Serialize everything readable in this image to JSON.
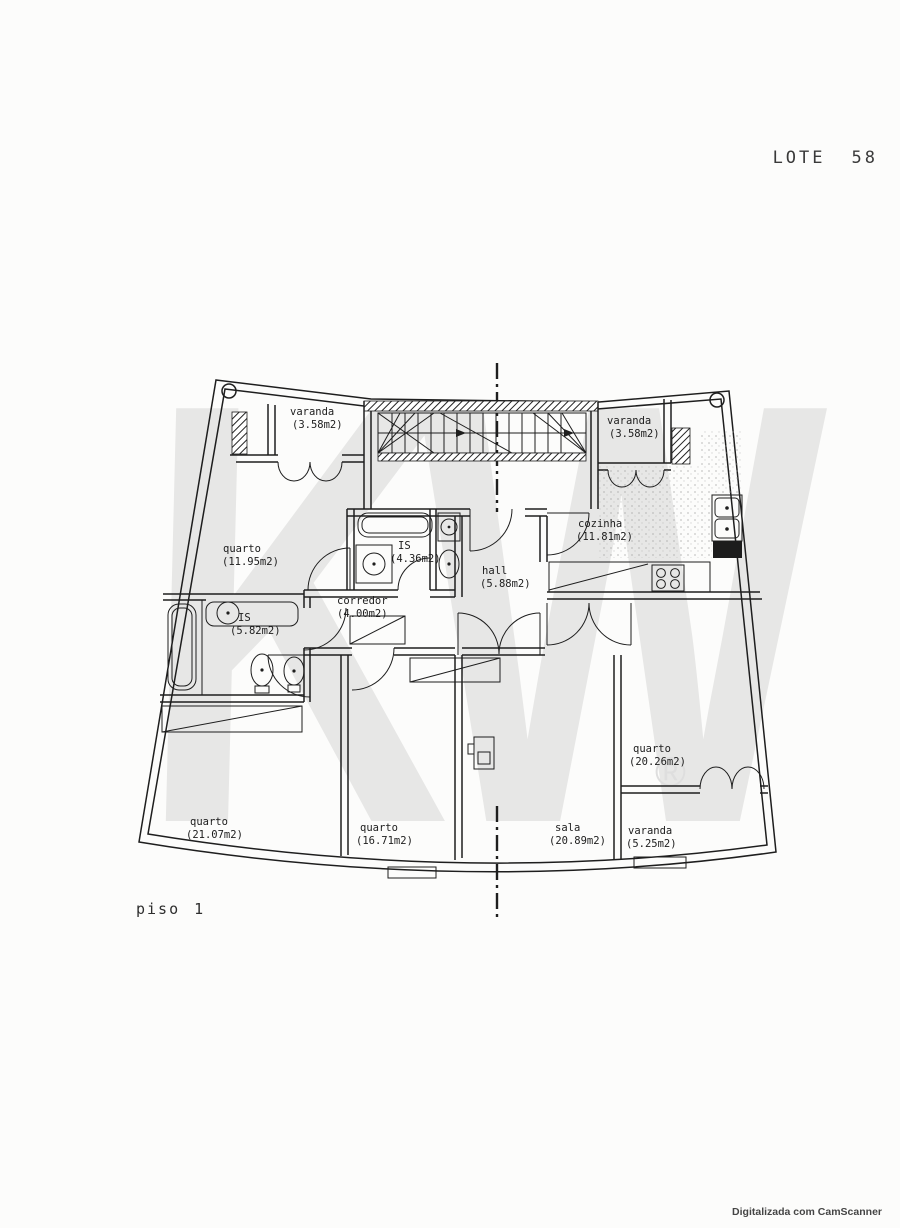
{
  "page": {
    "lote_label": "LOTE",
    "lote_number": "58",
    "floor_label": "piso",
    "floor_number": "1",
    "scanner_credit": "Digitalizada com CamScanner",
    "watermark_text": "KW",
    "watermark_reg": "®"
  },
  "colors": {
    "paper": "#fcfcfb",
    "ink": "#1e1e1e",
    "watermark_gray": "#e7e7e6"
  },
  "rooms": [
    {
      "id": "varanda-top-left",
      "label": "varanda",
      "area": "(3.58m2)"
    },
    {
      "id": "varanda-top-right",
      "label": "varanda",
      "area": "(3.58m2)"
    },
    {
      "id": "quarto-left",
      "label": "quarto",
      "area": "(11.95m2)"
    },
    {
      "id": "is-top",
      "label": "IS",
      "area": "(4.36m2)"
    },
    {
      "id": "hall",
      "label": "hall",
      "area": "(5.88m2)"
    },
    {
      "id": "cozinha",
      "label": "cozinha",
      "area": "(11.81m2)"
    },
    {
      "id": "corredor",
      "label": "corredor",
      "area": "(4.00m2)"
    },
    {
      "id": "is-left",
      "label": "IS",
      "area": "(5.82m2)"
    },
    {
      "id": "quarto-right",
      "label": "quarto",
      "area": "(20.26m2)"
    },
    {
      "id": "quarto-bottom-left",
      "label": "quarto",
      "area": "(21.07m2)"
    },
    {
      "id": "quarto-bottom-center",
      "label": "quarto",
      "area": "(16.71m2)"
    },
    {
      "id": "sala",
      "label": "sala",
      "area": "(20.89m2)"
    },
    {
      "id": "varanda-bottom-right",
      "label": "varanda",
      "area": "(5.25m2)"
    }
  ]
}
